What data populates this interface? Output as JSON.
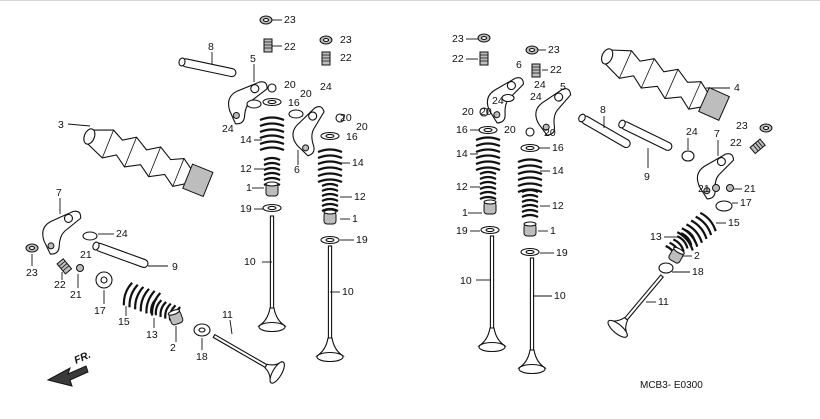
{
  "diagram": {
    "code_label": "MCB3- E0300",
    "front_label": "FR.",
    "callouts": [
      "1",
      "2",
      "3",
      "4",
      "5",
      "6",
      "7",
      "8",
      "9",
      "10",
      "11",
      "12",
      "13",
      "14",
      "15",
      "16",
      "17",
      "18",
      "19",
      "20",
      "21",
      "22",
      "23",
      "24"
    ]
  }
}
